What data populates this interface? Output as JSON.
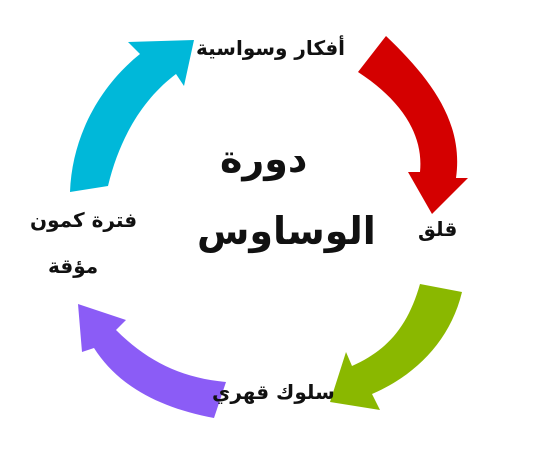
{
  "diagram": {
    "title_line1": "دورة",
    "title_line2": "الوساوس",
    "stages": [
      {
        "label": "أفكار وسواسية",
        "color": "#d40000"
      },
      {
        "label": "قلق",
        "color": "#8ab800"
      },
      {
        "label": "سلوك قهري",
        "color": "#8b5cf6"
      },
      {
        "label_line1": "فترة كمون",
        "label_line2": "مؤقة",
        "color": "#00b8d9"
      }
    ]
  }
}
